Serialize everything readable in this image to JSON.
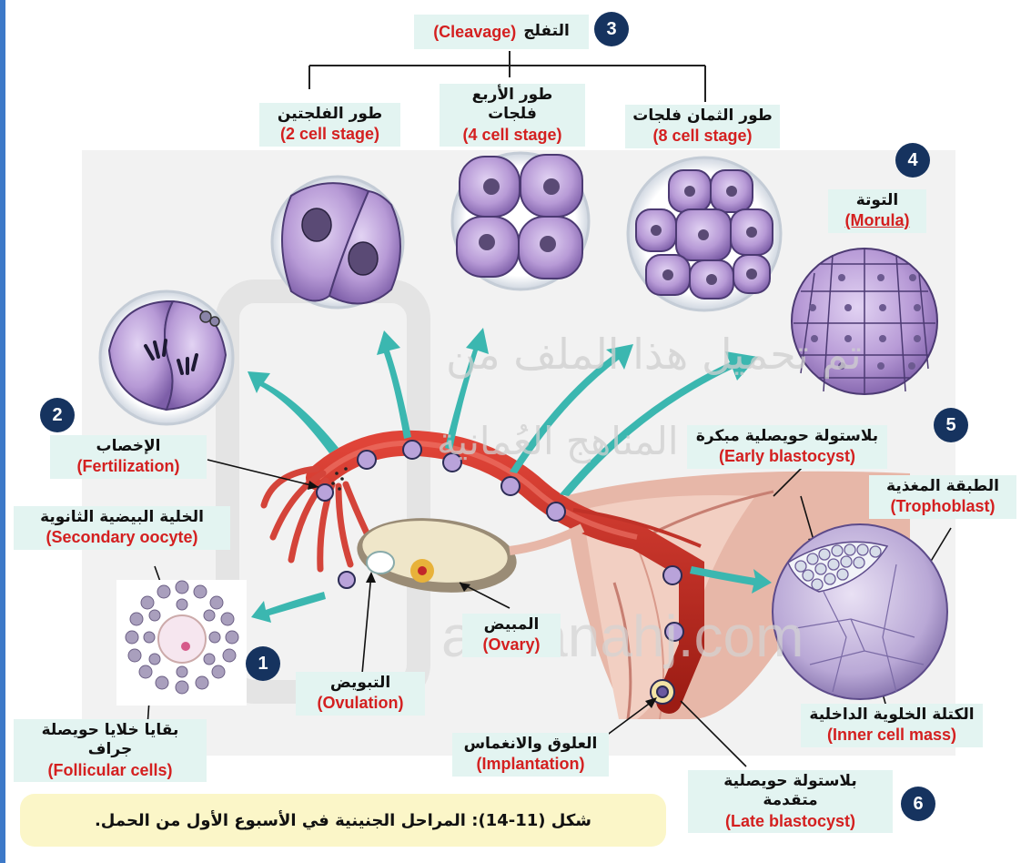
{
  "steps": {
    "s1": "1",
    "s2": "2",
    "s3": "3",
    "s4": "4",
    "s5": "5",
    "s6": "6"
  },
  "labels": {
    "cleavage": {
      "ar": "التفلج",
      "en": "(Cleavage)"
    },
    "two_cell": {
      "ar": "طور الفلجتين",
      "en": "(2 cell stage)"
    },
    "four_cell": {
      "ar": "طور الأربع فلجات",
      "en": "(4 cell stage)"
    },
    "eight_cell": {
      "ar": "طور الثمان فلجات",
      "en": "(8 cell stage)"
    },
    "morula": {
      "ar": "التوتة",
      "en": "(Morula)"
    },
    "fertilization": {
      "ar": "الإخصاب",
      "en": "(Fertilization)"
    },
    "secondary_oocyte": {
      "ar": "الخلية البيضية الثانوية",
      "en": "(Secondary oocyte)"
    },
    "early_blastocyst": {
      "ar": "بلاستولة حويصلية مبكرة",
      "en": "(Early blastocyst)"
    },
    "trophoblast": {
      "ar": "الطبقة المغذية",
      "en": "(Trophoblast)"
    },
    "ovary": {
      "ar": "المبيض",
      "en": "(Ovary)"
    },
    "ovulation": {
      "ar": "التبويض",
      "en": "(Ovulation)"
    },
    "follicular": {
      "ar": "بقايا خلايا حويصلة جراف",
      "en": "(Follicular cells)"
    },
    "implantation": {
      "ar": "العلوق والانغماس",
      "en": "(Implantation)"
    },
    "inner_cell_mass": {
      "ar": "الكتلة الخلوية الداخلية",
      "en": "(Inner cell mass)"
    },
    "late_blastocyst": {
      "ar": "بلاستولة حويصلية متقدمة",
      "en": "(Late  blastocyst)"
    }
  },
  "watermark": {
    "line1": "تم تحميل هذا الملف من",
    "line2": "موقع المناهج العُمانية",
    "line3": "alManahj.com"
  },
  "caption": "شكل (11-14): المراحل الجنينية في الأسبوع الأول من الحمل.",
  "colors": {
    "label_bg": "#e3f4f1",
    "arabic_text": "#111111",
    "english_text": "#d42020",
    "step_badge": "#16335f",
    "arrow": "#3bb7b0",
    "cell_fill": "#b79ad6",
    "tube": "#c8281e",
    "caption_bg": "#fbf6c8"
  }
}
